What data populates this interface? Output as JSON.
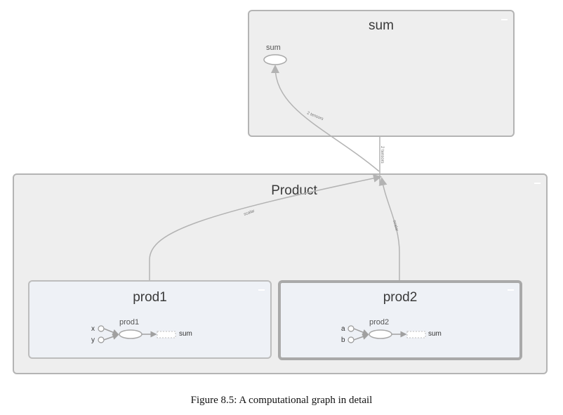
{
  "sum_group": {
    "title": "sum",
    "node_label": "sum"
  },
  "product_group": {
    "title": "Product"
  },
  "prod1": {
    "title": "prod1",
    "node_label": "prod1",
    "input_a": "x",
    "input_b": "y",
    "output": "sum"
  },
  "prod2": {
    "title": "prod2",
    "node_label": "prod2",
    "input_a": "a",
    "input_b": "b",
    "output": "sum"
  },
  "edges": {
    "product_to_sum": "2 tensors",
    "product_to_sum_vertical": "2 tensors",
    "prod1_to_product": "scalar",
    "prod2_to_product": "scalar"
  },
  "colors": {
    "group_fill": "#eeeeee",
    "subgroup_fill": "#eef1f6",
    "edge": "#b3b3b3",
    "border": "#b4b4b4"
  },
  "caption": "Figure 8.5: A computational graph in detail"
}
